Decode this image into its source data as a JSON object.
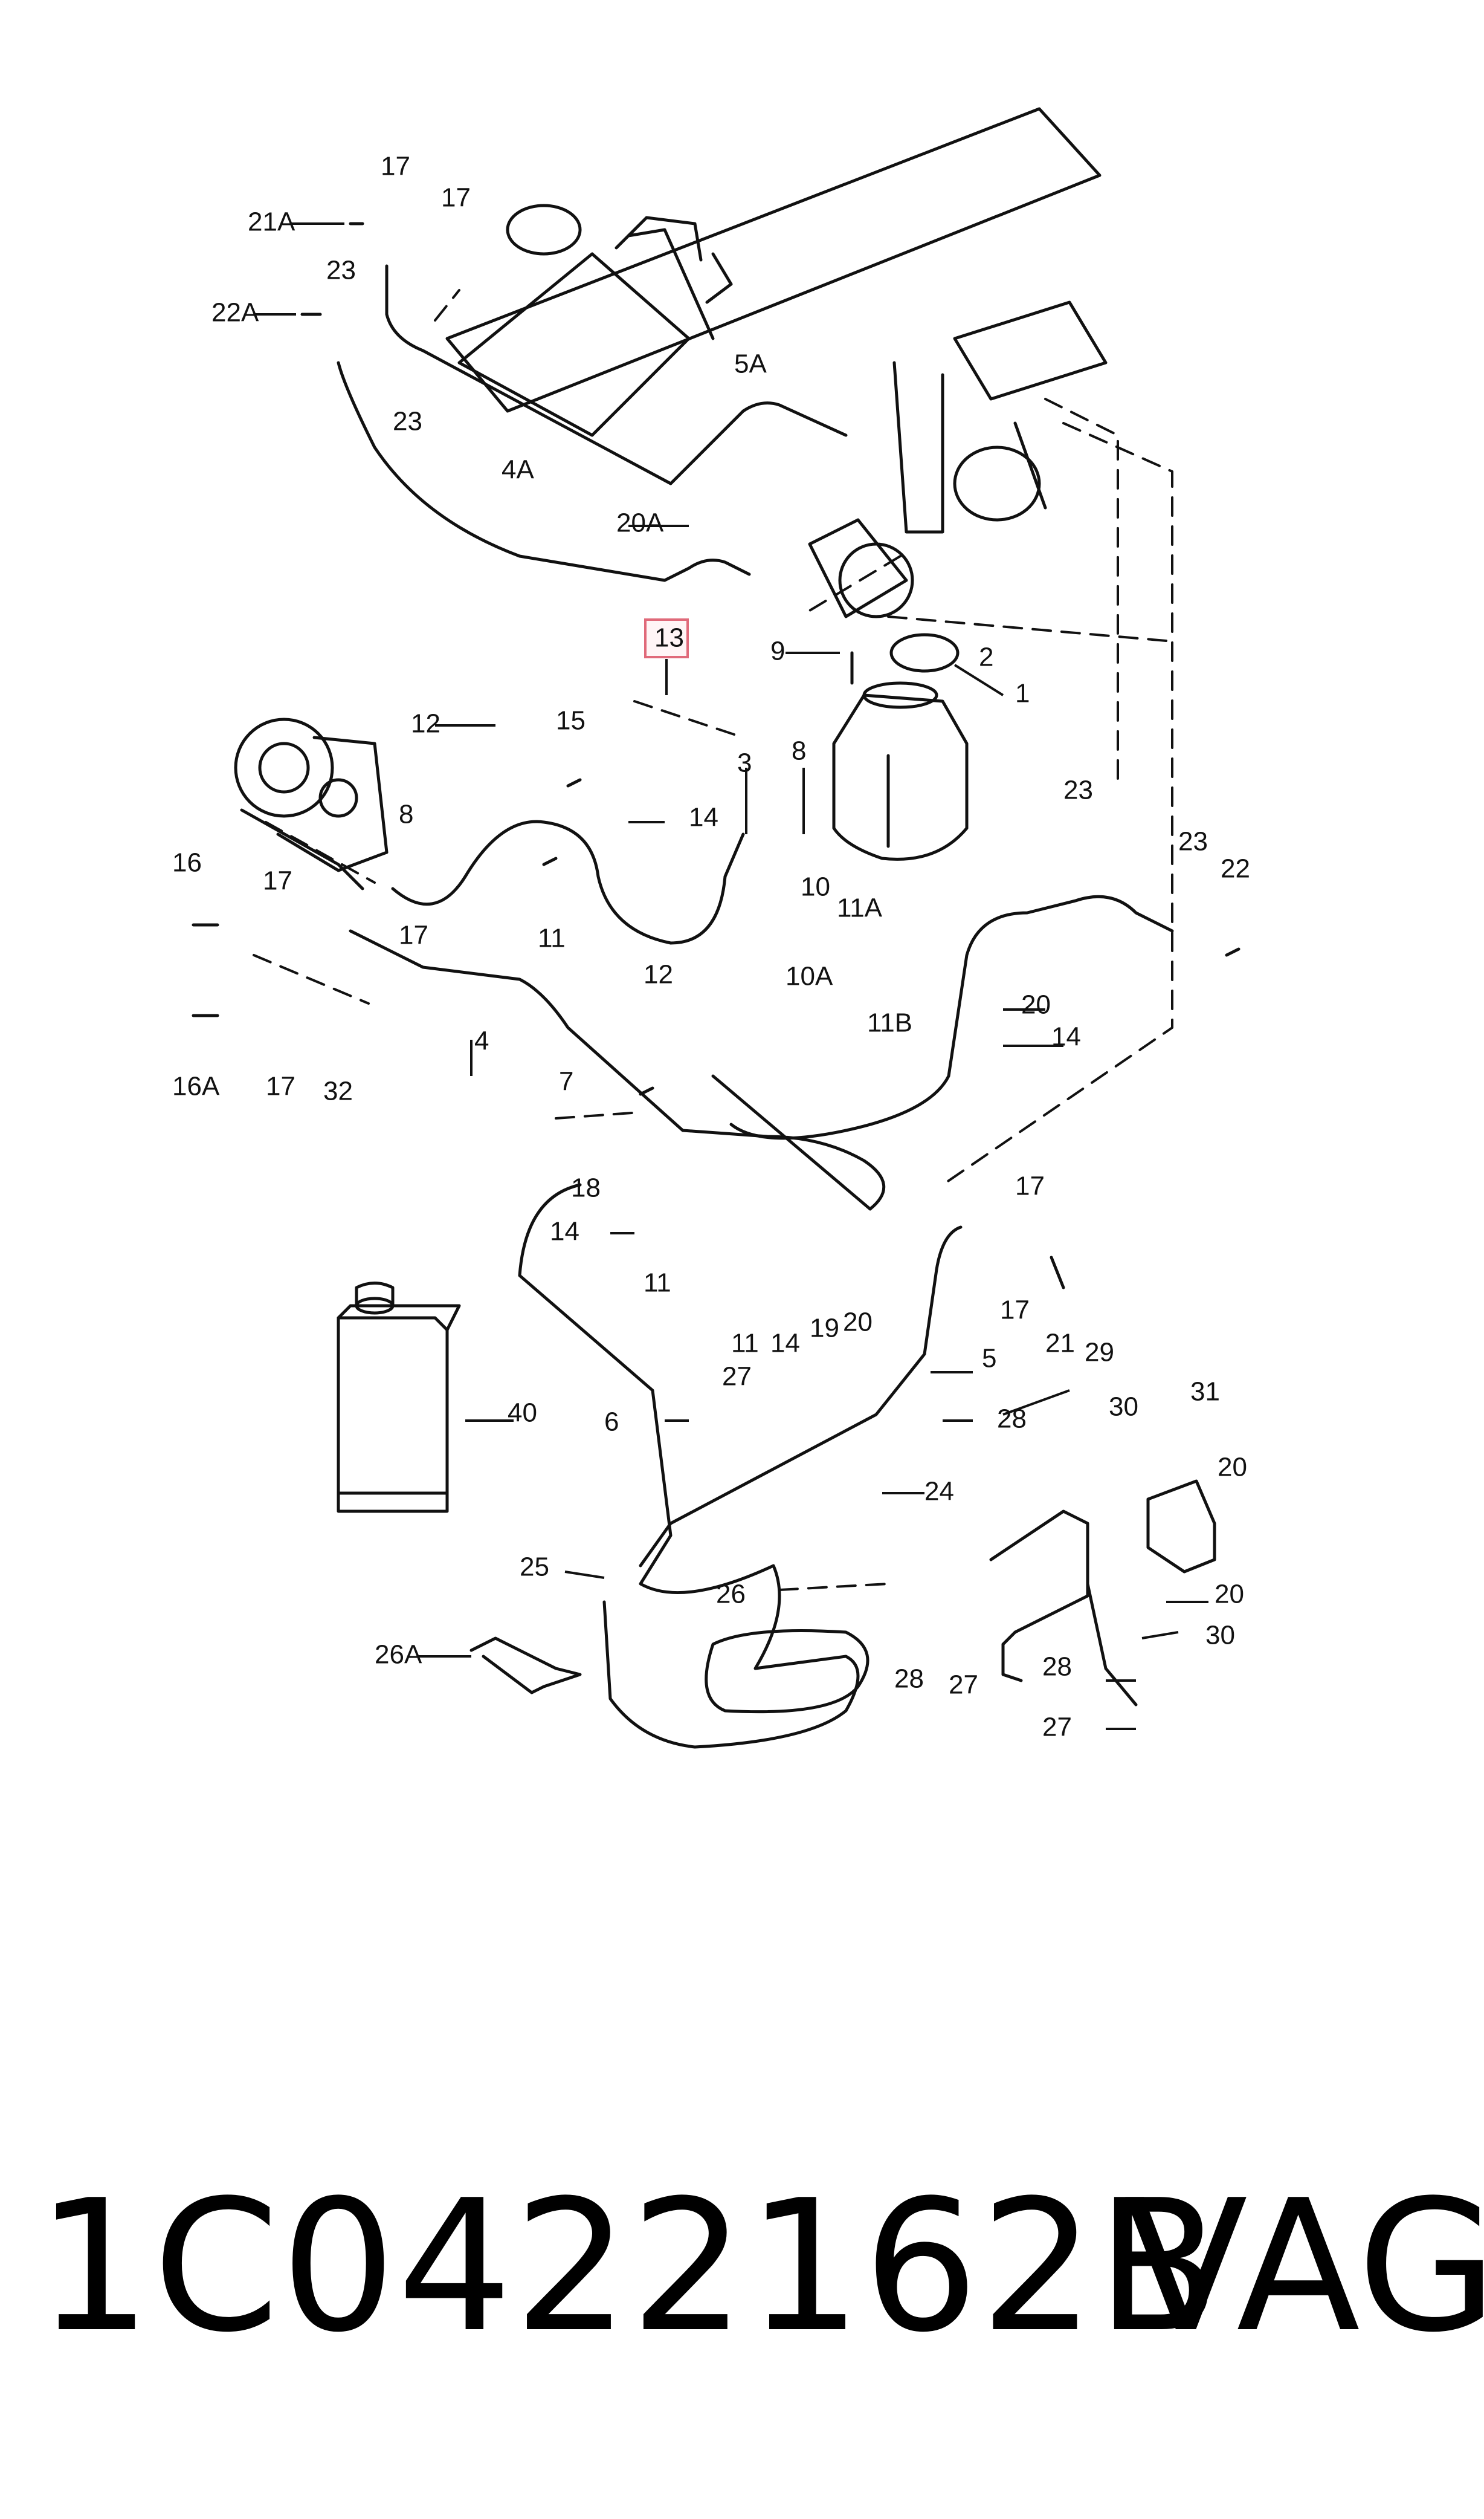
{
  "diagram": {
    "highlight_color": "#e06a7a",
    "line_color": "#111111",
    "highlighted_label": "13",
    "callouts": [
      "17",
      "17",
      "21A",
      "23",
      "22A",
      "23",
      "5A",
      "4A",
      "20A",
      "13",
      "9",
      "2",
      "1",
      "12",
      "15",
      "3",
      "8",
      "14",
      "23",
      "8",
      "23",
      "22",
      "16",
      "17",
      "17",
      "11",
      "10",
      "11A",
      "12",
      "10A",
      "20",
      "14",
      "16A",
      "17",
      "32",
      "4",
      "11B",
      "7",
      "18",
      "17",
      "14",
      "11",
      "11",
      "14",
      "19",
      "20",
      "17",
      "21",
      "27",
      "5",
      "28",
      "6",
      "40",
      "29",
      "30",
      "31",
      "20",
      "24",
      "25",
      "26",
      "20",
      "26A",
      "28",
      "27",
      "30",
      "28",
      "27"
    ]
  },
  "footer": {
    "part_number": "1C0422162B",
    "brand": "VAG"
  }
}
